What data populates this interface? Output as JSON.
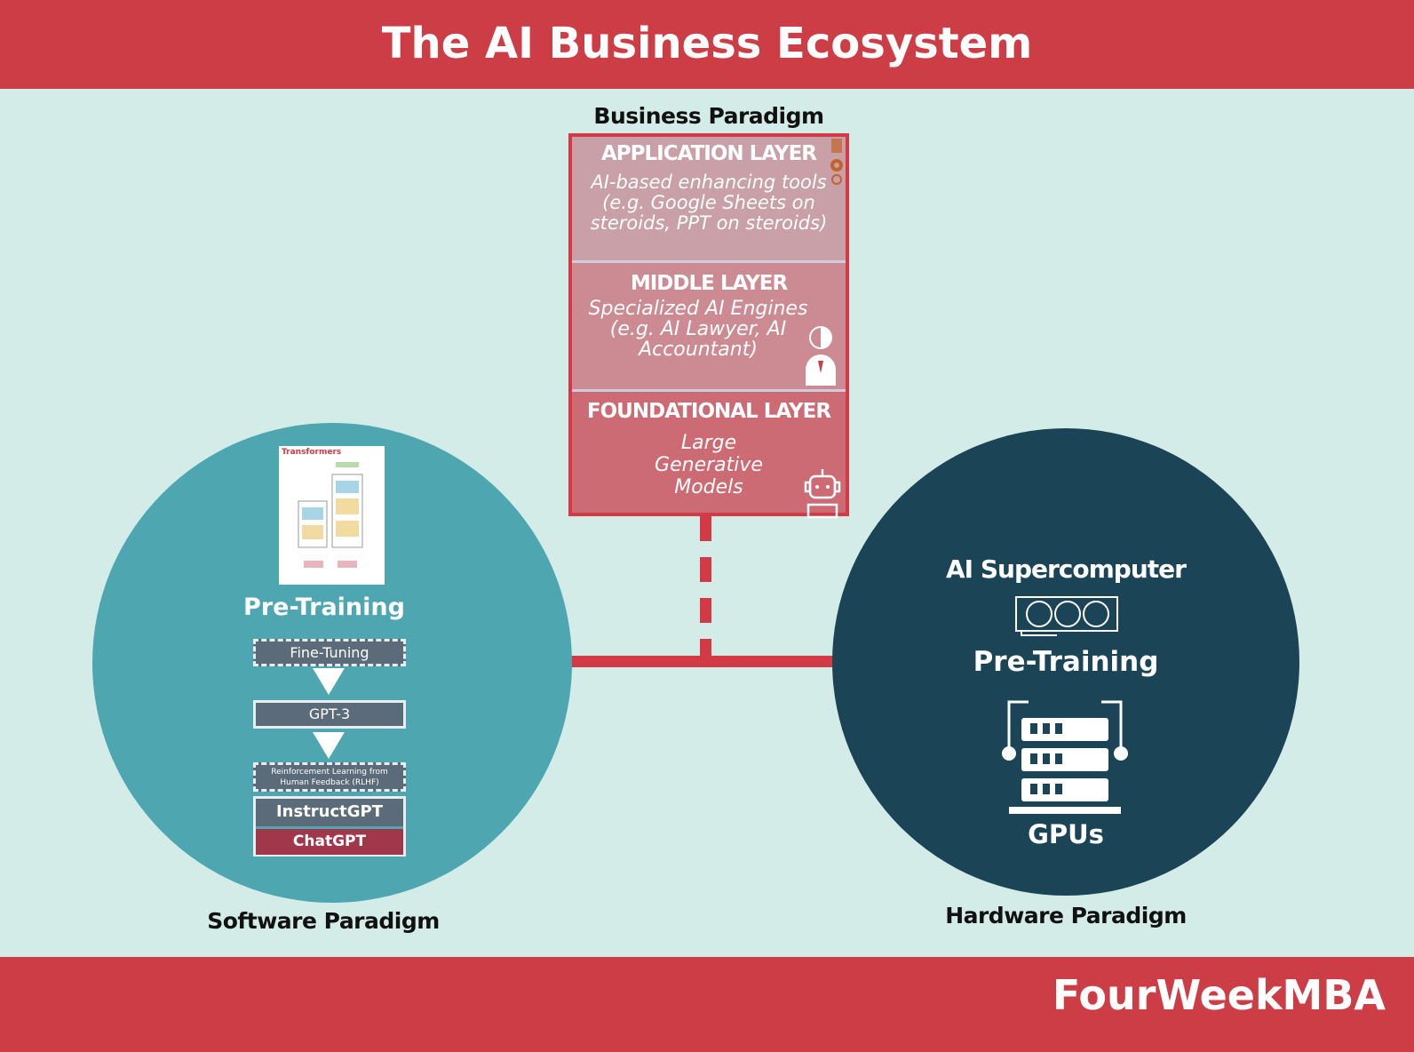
{
  "title": "The AI Business Ecosystem",
  "brand": "FourWeekMBA",
  "business": {
    "label": "Business Paradigm",
    "layers": [
      {
        "title": "APPLICATION LAYER",
        "desc": "AI-based enhancing tools (e.g. Google Sheets on steroids, PPT on steroids)",
        "icon": "gear-phone-icon"
      },
      {
        "title": "MIDDLE LAYER",
        "desc": "Specialized AI Engines (e.g. AI Lawyer, AI Accountant)",
        "icon": "lawyer-icon"
      },
      {
        "title": "FOUNDATIONAL LAYER",
        "desc": "Large Generative Models",
        "icon": "robot-icon"
      }
    ]
  },
  "software": {
    "label": "Software Paradigm",
    "image_title": "Transformers",
    "pretraining": "Pre-Training",
    "fine_tuning": "Fine-Tuning",
    "gpt3": "GPT-3",
    "rlhf": "Reinforcement Learning from Human Feedback (RLHF)",
    "instruct": "InstructGPT",
    "chatgpt": "ChatGPT"
  },
  "hardware": {
    "label": "Hardware Paradigm",
    "supercomputer": "AI Supercomputer",
    "pretraining": "Pre-Training",
    "gpus": "GPUs"
  },
  "colors": {
    "red": "#cd3d45",
    "teal": "#4ea6b1",
    "navy": "#1b4557",
    "background": "#d3ece7"
  }
}
